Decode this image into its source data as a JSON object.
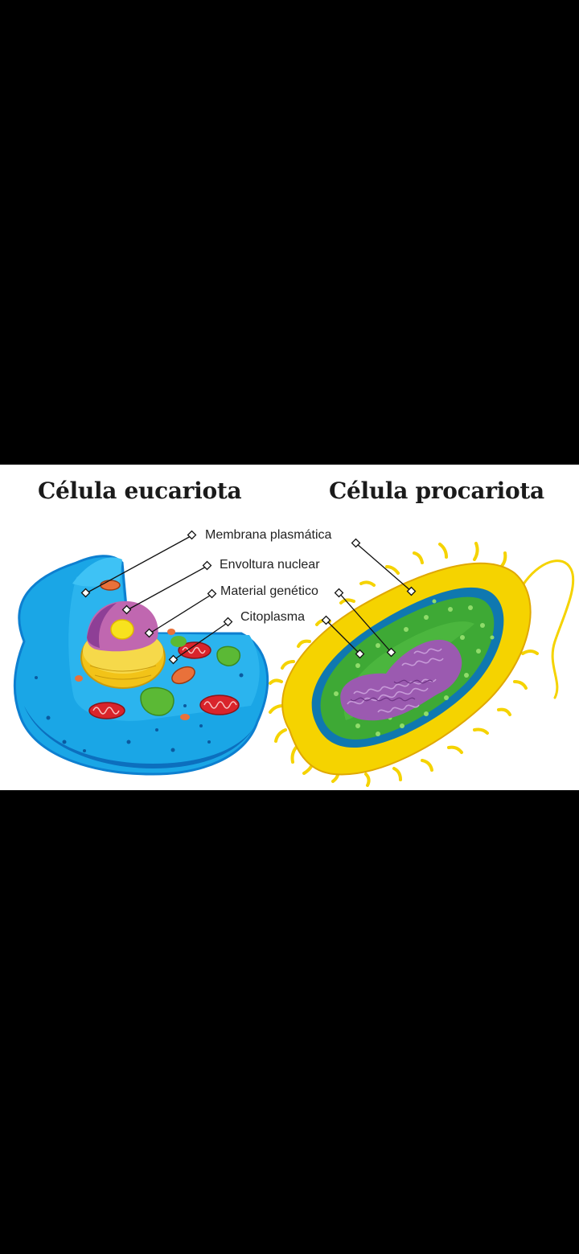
{
  "titles": {
    "eukaryote": "Célula eucariota",
    "prokaryote": "Célula procariota"
  },
  "labels": {
    "membrane": "Membrana plasmática",
    "nuclear_envelope": "Envoltura nuclear",
    "genetic_material": "Material genético",
    "cytoplasm": "Citoplasma"
  },
  "colors": {
    "background": "#000000",
    "panel": "#ffffff",
    "euk_cytoplasm": "#1aa6e6",
    "euk_membrane": "#0d7fd0",
    "nucleus_envelope": "#f2c318",
    "nucleus_inner": "#c067b0",
    "nucleolus": "#f7e21e",
    "mitochondria": "#d9242b",
    "vacuole": "#5bb935",
    "pro_capsule": "#f5d300",
    "pro_wall": "#0f78b0",
    "pro_cytoplasm": "#3ea935",
    "pro_dna": "#9b5ab0"
  }
}
